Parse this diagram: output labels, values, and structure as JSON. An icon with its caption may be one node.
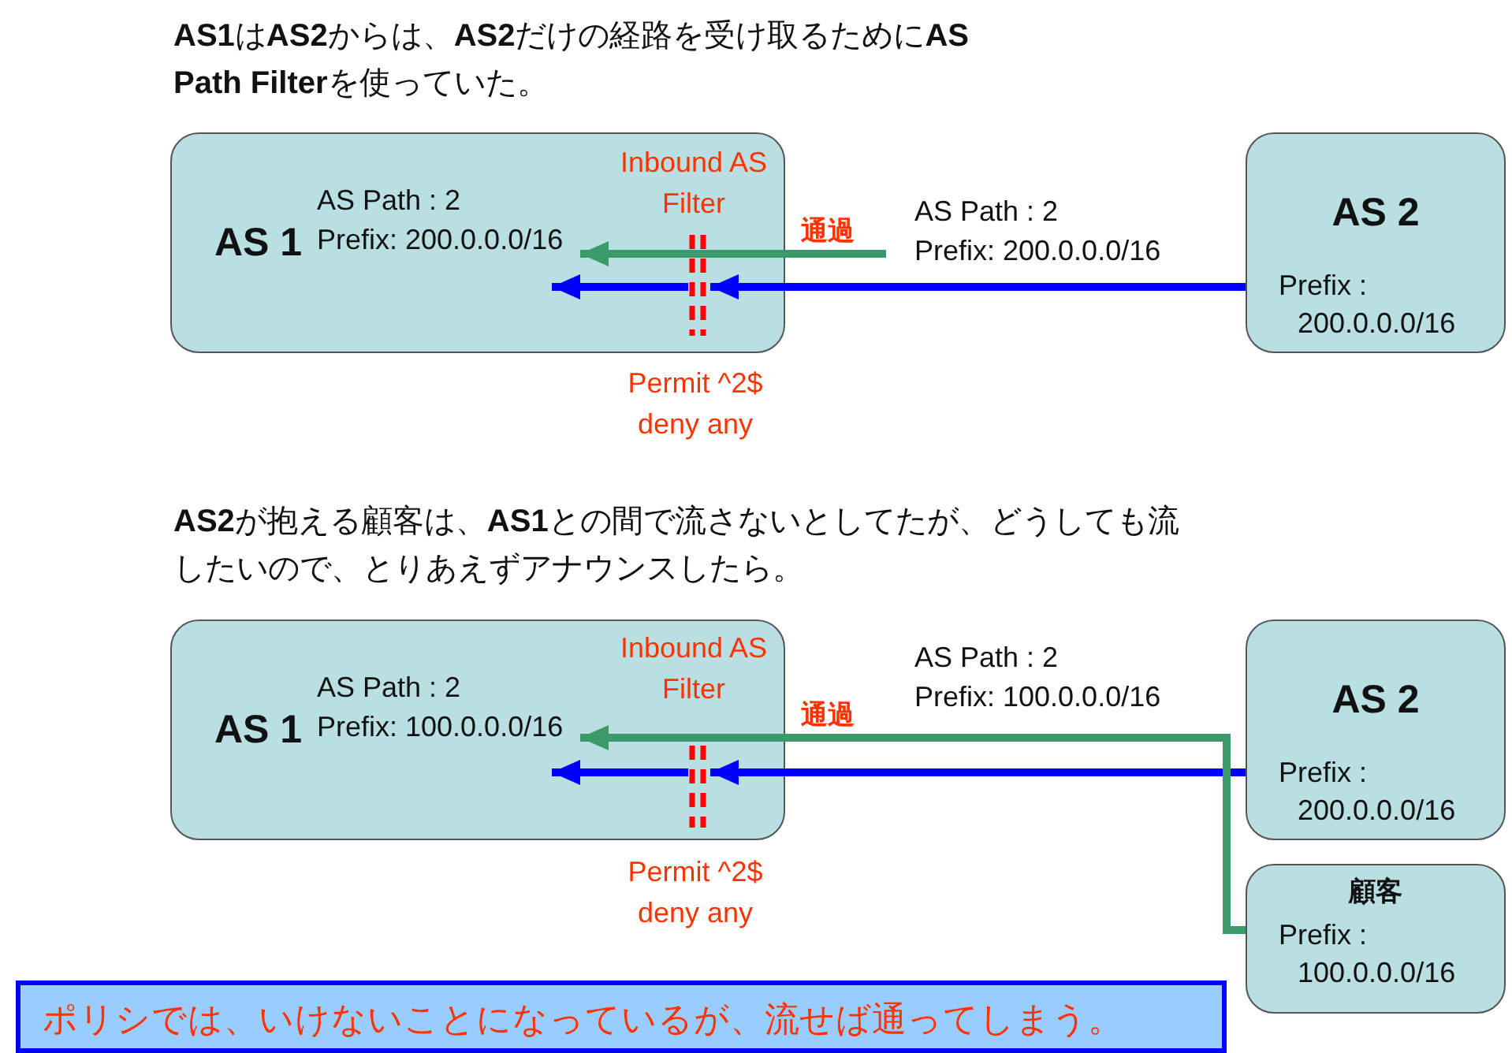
{
  "diagram": {
    "nodes": [
      {
        "text": [
          "AS 1",
          "AS Path : 2",
          "Prefix: 200.0.0.0/16"
        ]
      },
      {
        "text": [],
        "shape": "bar",
        "in": 0
      },
      {
        "text": [
          "AS 2",
          "Prefix : 200.0.0.0/16"
        ]
      },
      {
        "text": [
          "AS 1",
          "AS Path : 2",
          "Prefix: 100.0.0.0/16"
        ]
      },
      {
        "text": [],
        "shape": "bar",
        "in": 3
      },
      {
        "text": [
          "AS 2",
          "Prefix : 200.0.0.0/16"
        ]
      },
      {
        "text": [
          "顧客",
          "Prefix : 100.0.0.0/16"
        ]
      },
      {
        "text": [
          "ポリシでは、いけないことになっているが、流せば通ってしまう。"
        ]
      }
    ],
    "edges": [
      {
        "from": 2,
        "to": 1,
        "arrow": "to",
        "color": "#0000ff"
      },
      {
        "from": 1,
        "to": 0,
        "arrow": "to",
        "color": "#0000ff"
      },
      {
        "from": null,
        "to": 0,
        "arrow": "to",
        "label": "通過",
        "color": "#3a9a6a"
      },
      {
        "from": 5,
        "to": 4,
        "arrow": "to",
        "color": "#0000ff"
      },
      {
        "from": 4,
        "to": 3,
        "arrow": "to",
        "color": "#0000ff"
      },
      {
        "from": 6,
        "to": 3,
        "arrow": "to",
        "label": "通過",
        "color": "#3a9a6a"
      }
    ],
    "labels": [
      "**AS1**は**AS2**からは、**AS2**だけの経路を受け取るために**AS Path Filter**を使っていた。",
      "Inbound AS Filter",
      "AS Path : 2",
      "Prefix: 200.0.0.0/16",
      "Permit ^2$ deny any",
      "**AS2**が抱える顧客は、**AS1**との間で流さないとしてたが、どうしても流したいので、とりあえずアナウンスしたら。",
      "Inbound AS Filter",
      "AS Path : 2",
      "Prefix: 100.0.0.0/16",
      "Permit ^2$ deny any"
    ]
  }
}
